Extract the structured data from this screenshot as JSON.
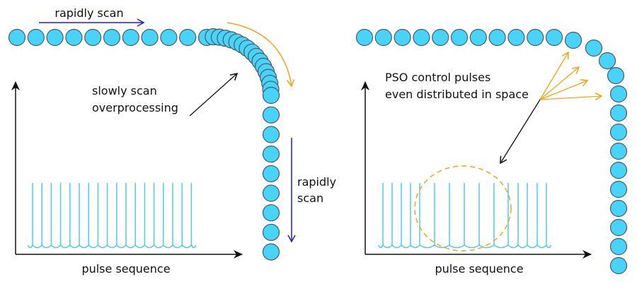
{
  "left_panel": {
    "top_label": "rapidly scan",
    "corner_label_line1": "slowly scan",
    "corner_label_line2": "overprocessing",
    "side_label_line1": "rapidly",
    "side_label_line2": "scan",
    "axis_label": "pulse sequence"
  },
  "right_panel": {
    "label_line1": "PSO control pulses",
    "label_line2": "even distributed in space",
    "axis_label": "pulse sequence"
  },
  "colors": {
    "spot_fill": "#48d3fb",
    "spot_stroke": "#4a5a60",
    "pulse": "#4ccaf2",
    "scan_arrow": "#1a1aee",
    "orange": "#f7a21b",
    "black": "#111111"
  }
}
